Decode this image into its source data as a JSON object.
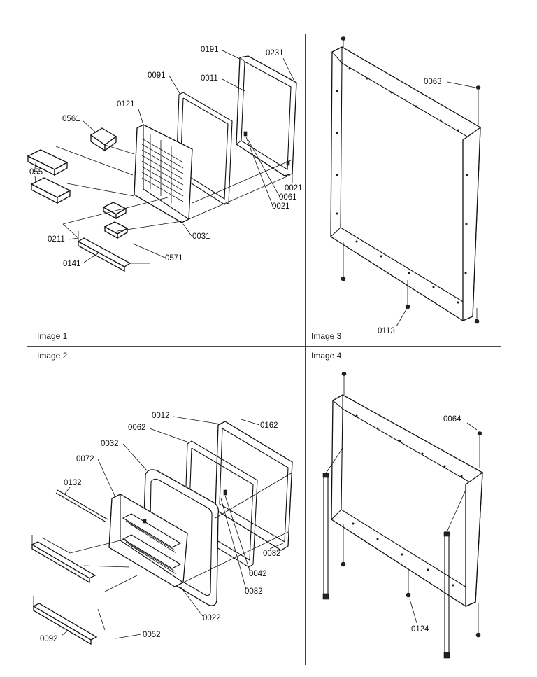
{
  "panels": [
    {
      "title": "Image 1"
    },
    {
      "title": "Image 2"
    },
    {
      "title": "Image 3"
    },
    {
      "title": "Image 4"
    }
  ],
  "callouts": {
    "image1": [
      "0191",
      "0231",
      "0091",
      "0011",
      "0121",
      "0561",
      "0551",
      "0021",
      "0061",
      "0021",
      "0031",
      "0211",
      "0141",
      "0571"
    ],
    "image2": [
      "0012",
      "0162",
      "0062",
      "0032",
      "0072",
      "0132",
      "0082",
      "0042",
      "0082",
      "0022",
      "0092",
      "0052"
    ],
    "image3": [
      "0063",
      "0113"
    ],
    "image4": [
      "0064",
      "0124"
    ]
  }
}
